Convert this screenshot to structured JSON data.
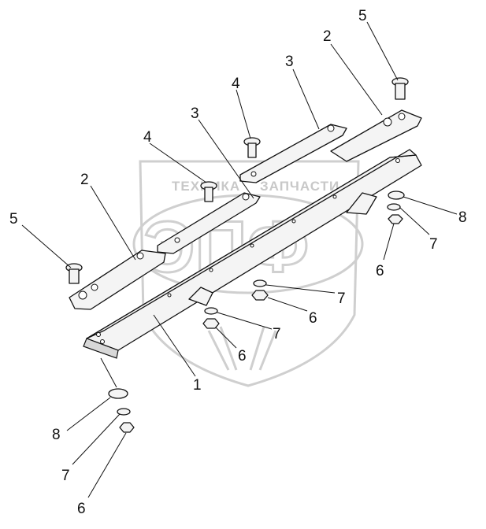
{
  "watermark": {
    "line1": "ТЕХНИКА",
    "line2": "ЗАПЧАСТИ",
    "logo": "ЭПФ"
  },
  "callouts": [
    {
      "id": "c5-top",
      "text": "5"
    },
    {
      "id": "c2-top",
      "text": "2"
    },
    {
      "id": "c3-top",
      "text": "3"
    },
    {
      "id": "c4-top",
      "text": "4"
    },
    {
      "id": "c3-mid",
      "text": "3"
    },
    {
      "id": "c4-mid",
      "text": "4"
    },
    {
      "id": "c2-left",
      "text": "2"
    },
    {
      "id": "c5-left",
      "text": "5"
    },
    {
      "id": "c8-right",
      "text": "8"
    },
    {
      "id": "c7-right",
      "text": "7"
    },
    {
      "id": "c6-right",
      "text": "6"
    },
    {
      "id": "c7-center",
      "text": "7"
    },
    {
      "id": "c6-center",
      "text": "6"
    },
    {
      "id": "c7-low",
      "text": "7"
    },
    {
      "id": "c6-low",
      "text": "6"
    },
    {
      "id": "c1",
      "text": "1"
    },
    {
      "id": "c8-left",
      "text": "8"
    },
    {
      "id": "c7-left",
      "text": "7"
    },
    {
      "id": "c6-left",
      "text": "6"
    }
  ]
}
